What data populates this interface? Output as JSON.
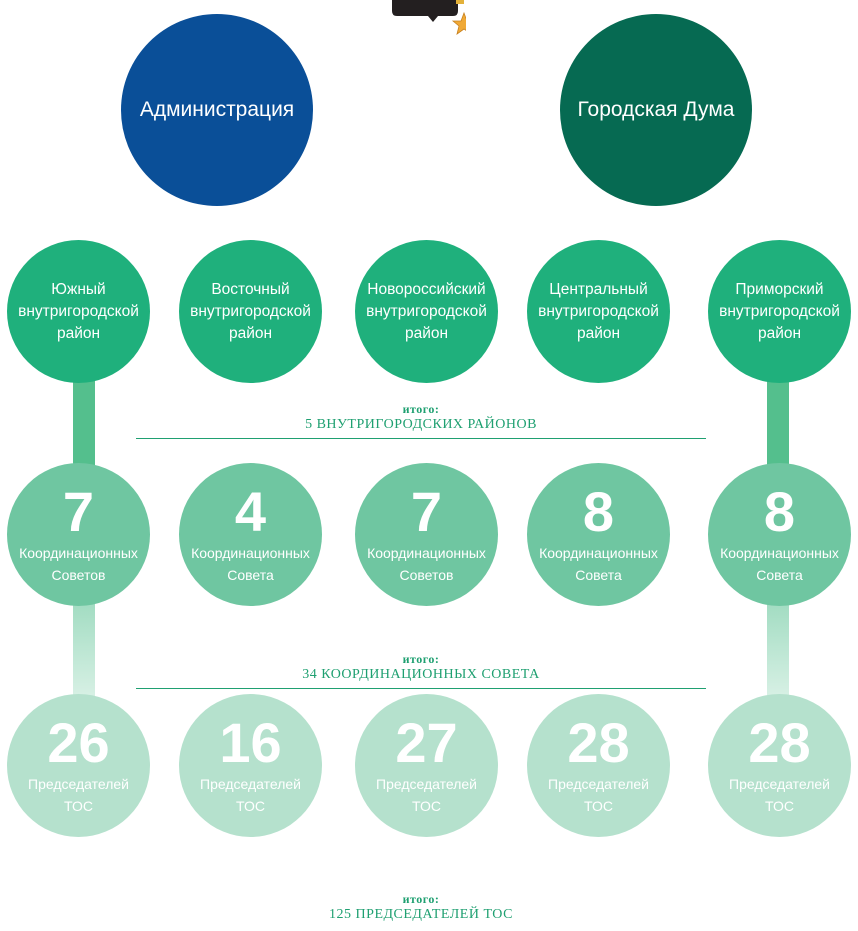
{
  "top": {
    "admin_label": "Администрация",
    "duma_label": "Городская Дума"
  },
  "districts": [
    {
      "line1": "Южный",
      "line2": "внутригородской",
      "line3": "район"
    },
    {
      "line1": "Восточный",
      "line2": "внутригородской",
      "line3": "район"
    },
    {
      "line1": "Новороссийский",
      "line2": "внутригородской",
      "line3": "район"
    },
    {
      "line1": "Центральный",
      "line2": "внутригородской",
      "line3": "район"
    },
    {
      "line1": "Приморский",
      "line2": "внутригородской",
      "line3": "район"
    }
  ],
  "councils": [
    {
      "number": "7",
      "line1": "Координационных",
      "line2": "Советов"
    },
    {
      "number": "4",
      "line1": "Координационных",
      "line2": "Совета"
    },
    {
      "number": "7",
      "line1": "Координационных",
      "line2": "Советов"
    },
    {
      "number": "8",
      "line1": "Координационных",
      "line2": "Совета"
    },
    {
      "number": "8",
      "line1": "Координационных",
      "line2": "Совета"
    }
  ],
  "chairmen": [
    {
      "number": "26",
      "line1": "Председателей",
      "line2": "ТОС"
    },
    {
      "number": "16",
      "line1": "Председателей",
      "line2": "ТОС"
    },
    {
      "number": "27",
      "line1": "Председателей",
      "line2": "ТОС"
    },
    {
      "number": "28",
      "line1": "Председателей",
      "line2": "ТОС"
    },
    {
      "number": "28",
      "line1": "Председателей",
      "line2": "ТОС"
    }
  ],
  "totals": {
    "districts": {
      "label": "итого:",
      "value": "5 ВНУТРИГОРОДСКИХ РАЙОНОВ"
    },
    "councils": {
      "label": "итого:",
      "value": "34 КООРДИНАЦИОННЫХ СОВЕТА"
    },
    "chairmen": {
      "label": "итого:",
      "value": "125 ПРЕДСЕДАТЕЛЕЙ ТОС"
    }
  },
  "colors": {
    "admin": "#0a4f98",
    "duma": "#066a52",
    "district": "#1fb07c",
    "council": "#6fc6a1",
    "chairman": "#b5e1cd",
    "total_text": "#1fa071"
  },
  "icons": {
    "emblem": "speech-bubble-star-icon"
  }
}
